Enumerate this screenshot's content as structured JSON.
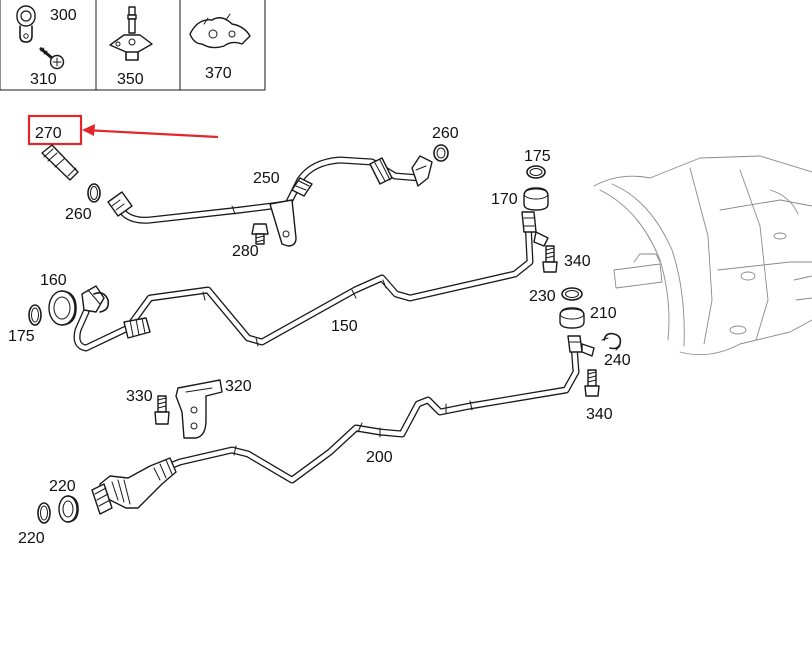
{
  "diagram": {
    "highlight_color": "#e3262a",
    "highlighted_part": "270",
    "legend_parts": [
      {
        "number": "300",
        "icon": "hose-clamp-icon"
      },
      {
        "number": "310",
        "icon": "screw-icon"
      },
      {
        "number": "350",
        "icon": "bracket-stud-icon"
      },
      {
        "number": "370",
        "icon": "holder-clip-icon"
      }
    ],
    "callouts": {
      "c270": "270",
      "c260a": "260",
      "c260b": "260",
      "c250": "250",
      "c280": "280",
      "c175a": "175",
      "c170": "170",
      "c340a": "340",
      "c160": "160",
      "c175b": "175",
      "c150": "150",
      "c230": "230",
      "c210": "210",
      "c240": "240",
      "c330": "330",
      "c320": "320",
      "c340b": "340",
      "c200": "200",
      "c220a": "220",
      "c220b": "220"
    }
  }
}
